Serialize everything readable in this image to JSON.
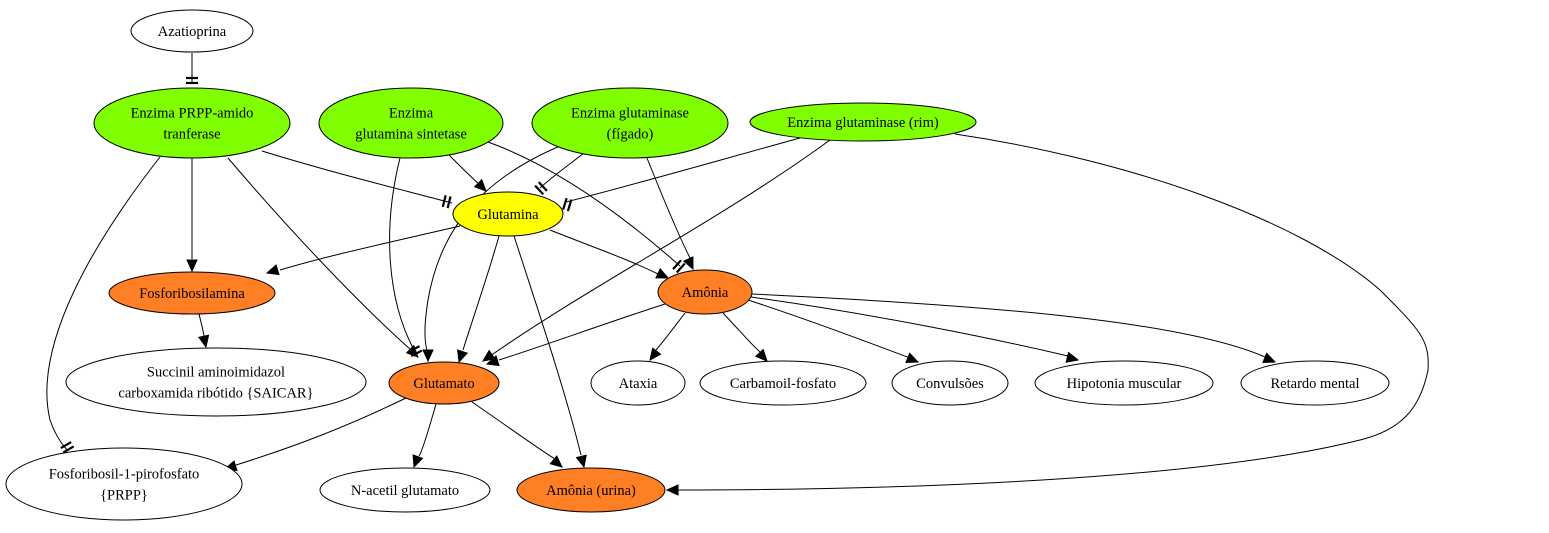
{
  "colors": {
    "enzyme": "#7fff00",
    "central": "#ffff00",
    "product": "#ff7f24",
    "neutral": "#ffffff"
  },
  "nodes": {
    "azatioprina": {
      "lines": [
        "Azatioprina"
      ],
      "kind": "neutral"
    },
    "prpp_amido": {
      "lines": [
        "Enzima PRPP-amido",
        "tranferase"
      ],
      "kind": "enzyme"
    },
    "glut_sintetase": {
      "lines": [
        "Enzima",
        "glutamina sintetase"
      ],
      "kind": "enzyme"
    },
    "glutaminase_figado": {
      "lines": [
        "Enzima glutaminase",
        "(fígado)"
      ],
      "kind": "enzyme"
    },
    "glutaminase_rim": {
      "lines": [
        "Enzima glutaminase (rim)"
      ],
      "kind": "enzyme"
    },
    "glutamina": {
      "lines": [
        "Glutamina"
      ],
      "kind": "central"
    },
    "fosforibosilamina": {
      "lines": [
        "Fosforibosilamina"
      ],
      "kind": "product"
    },
    "amonia": {
      "lines": [
        "Amônia"
      ],
      "kind": "product"
    },
    "saicar": {
      "lines": [
        "Succinil aminoimidazol",
        "carboxamida ribótido {SAICAR}"
      ],
      "kind": "neutral"
    },
    "glutamato": {
      "lines": [
        "Glutamato"
      ],
      "kind": "product"
    },
    "ataxia": {
      "lines": [
        "Ataxia"
      ],
      "kind": "neutral"
    },
    "carbamoil": {
      "lines": [
        "Carbamoil-fosfato"
      ],
      "kind": "neutral"
    },
    "convulsoes": {
      "lines": [
        "Convulsões"
      ],
      "kind": "neutral"
    },
    "hipotonia": {
      "lines": [
        "Hipotonia muscular"
      ],
      "kind": "neutral"
    },
    "retardo": {
      "lines": [
        "Retardo mental"
      ],
      "kind": "neutral"
    },
    "prpp": {
      "lines": [
        "Fosforibosil-1-pirofosfato",
        "{PRPP}"
      ],
      "kind": "neutral"
    },
    "n_acetil": {
      "lines": [
        "N-acetil glutamato"
      ],
      "kind": "neutral"
    },
    "amonia_urina": {
      "lines": [
        "Amônia (urina)"
      ],
      "kind": "product"
    }
  },
  "edges": [
    {
      "from": "azatioprina",
      "to": "prpp_amido",
      "type": "inhibit"
    },
    {
      "from": "prpp_amido",
      "to": "fosforibosilamina",
      "type": "activate"
    },
    {
      "from": "prpp_amido",
      "to": "glutamina",
      "type": "inhibit"
    },
    {
      "from": "prpp_amido",
      "to": "glutamato",
      "type": "activate"
    },
    {
      "from": "prpp_amido",
      "to": "prpp",
      "type": "inhibit"
    },
    {
      "from": "glut_sintetase",
      "to": "glutamina",
      "type": "activate"
    },
    {
      "from": "glut_sintetase",
      "to": "glutamato",
      "type": "inhibit"
    },
    {
      "from": "glut_sintetase",
      "to": "amonia",
      "type": "inhibit"
    },
    {
      "from": "glutaminase_figado",
      "to": "glutamina",
      "type": "inhibit"
    },
    {
      "from": "glutaminase_figado",
      "to": "amonia",
      "type": "activate"
    },
    {
      "from": "glutaminase_figado",
      "to": "glutamato",
      "type": "activate"
    },
    {
      "from": "glutaminase_rim",
      "to": "glutamina",
      "type": "inhibit"
    },
    {
      "from": "glutaminase_rim",
      "to": "glutamato",
      "type": "activate"
    },
    {
      "from": "glutaminase_rim",
      "to": "amonia_urina",
      "type": "activate"
    },
    {
      "from": "glutamina",
      "to": "fosforibosilamina",
      "type": "activate"
    },
    {
      "from": "glutamina",
      "to": "amonia",
      "type": "activate"
    },
    {
      "from": "glutamina",
      "to": "glutamato",
      "type": "activate"
    },
    {
      "from": "glutamina",
      "to": "amonia_urina",
      "type": "activate"
    },
    {
      "from": "fosforibosilamina",
      "to": "saicar",
      "type": "activate"
    },
    {
      "from": "amonia",
      "to": "glutamato",
      "type": "activate"
    },
    {
      "from": "amonia",
      "to": "ataxia",
      "type": "activate"
    },
    {
      "from": "amonia",
      "to": "carbamoil",
      "type": "activate"
    },
    {
      "from": "amonia",
      "to": "convulsoes",
      "type": "activate"
    },
    {
      "from": "amonia",
      "to": "hipotonia",
      "type": "activate"
    },
    {
      "from": "amonia",
      "to": "retardo",
      "type": "activate"
    },
    {
      "from": "glutamato",
      "to": "prpp",
      "type": "activate"
    },
    {
      "from": "glutamato",
      "to": "n_acetil",
      "type": "activate"
    },
    {
      "from": "glutamato",
      "to": "amonia_urina",
      "type": "activate"
    }
  ]
}
